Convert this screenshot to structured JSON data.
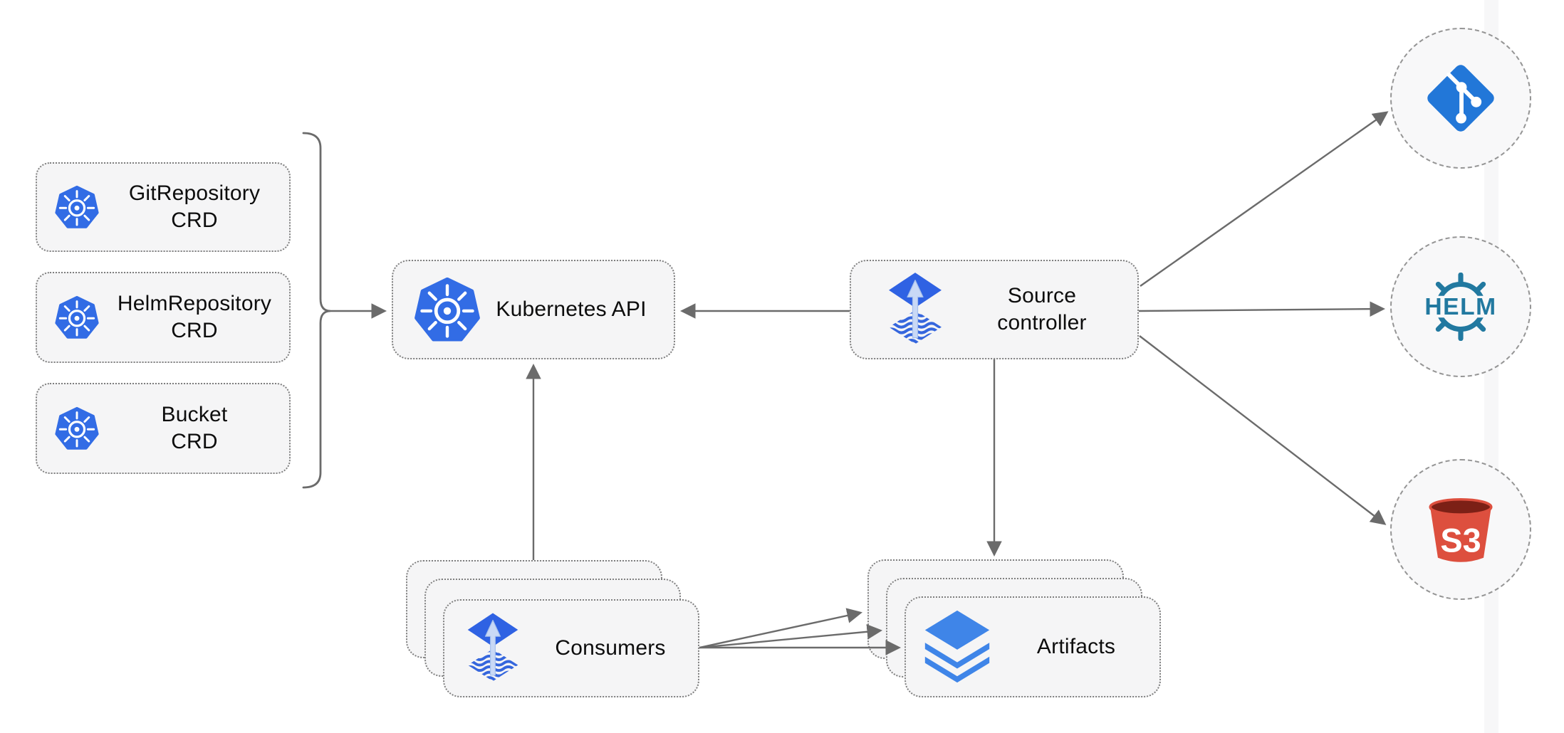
{
  "diagram": {
    "crd_boxes": [
      {
        "line1": "GitRepository",
        "line2": "CRD"
      },
      {
        "line1": "HelmRepository",
        "line2": "CRD"
      },
      {
        "line1": "Bucket",
        "line2": "CRD"
      }
    ],
    "kubernetes_api": {
      "label": "Kubernetes API"
    },
    "source_controller": {
      "line1": "Source",
      "line2": "controller"
    },
    "consumers": {
      "label": "Consumers"
    },
    "artifacts": {
      "label": "Artifacts"
    },
    "remotes": {
      "git": {
        "icon": "git-icon"
      },
      "helm": {
        "icon": "helm-icon",
        "label": "HELM"
      },
      "s3": {
        "icon": "s3-bucket-icon",
        "label": "S3"
      }
    },
    "colors": {
      "kubernetes_blue": "#326ce5",
      "flux_blue": "#2f62e3",
      "flux_wave_blue": "#3566dd",
      "flux_arrow_light": "#c9d9f6",
      "layers_blue": "#3f85e8",
      "git_blue": "#2277d8",
      "helm_teal": "#2279a0",
      "s3_red": "#dd4f3e",
      "s3_dark_red": "#7c2016",
      "box_fill": "#f5f5f6",
      "border_gray": "#7f7f7f",
      "arrow_gray": "#6b6b6b",
      "text_black": "#0d0d0d"
    }
  }
}
